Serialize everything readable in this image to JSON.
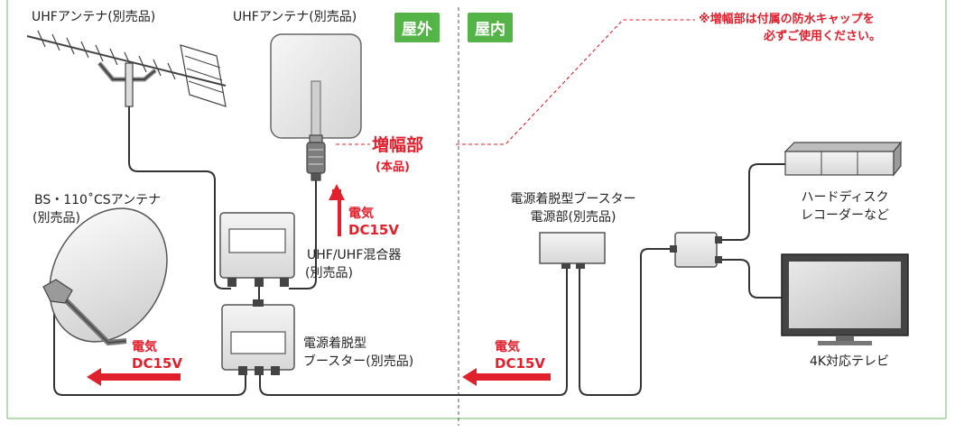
{
  "zones": {
    "outdoor": "屋外",
    "indoor": "屋内"
  },
  "note": {
    "line1": "※増幅部は付属の防水キャップを",
    "line2": "必ずご使用ください。"
  },
  "labels": {
    "uhf_yagi": "UHFアンテナ(別売品)",
    "uhf_flat": "UHFアンテナ(別売品)",
    "amp_title": "増幅部",
    "amp_sub": "(本品)",
    "bs_line1": "BS・110˚CSアンテナ",
    "bs_line2": "(別売品)",
    "mixer_line1": "UHF/UHF混合器",
    "mixer_line2": "(別売品)",
    "booster_line1": "電源着脱型",
    "booster_line2": "ブースター(別売品)",
    "psu_line1": "電源着脱型ブースター",
    "psu_line2": "電源部(別売品)",
    "hdd_line1": "ハードディスク",
    "hdd_line2": "レコーダーなど",
    "tv": "4K対応テレビ"
  },
  "power": {
    "word": "電気",
    "voltage": "DC15V"
  },
  "colors": {
    "accent_red": "#e0202c",
    "zone_green": "#55b447",
    "frame_green": "#9fcf98",
    "cable": "#333333"
  }
}
